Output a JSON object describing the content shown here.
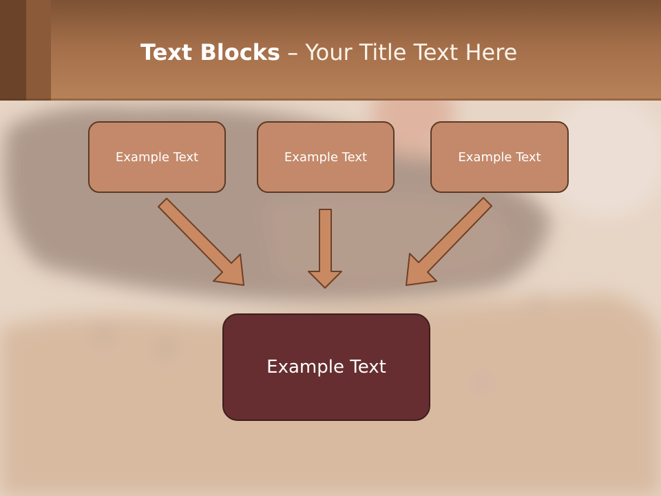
{
  "header": {
    "title_bold": "Text Blocks",
    "title_separator": " – ",
    "title_rest": "Your Title Text Here"
  },
  "boxes": {
    "left": "Example Text",
    "center": "Example Text",
    "right": "Example Text",
    "target": "Example Text"
  },
  "colors": {
    "header": "#b07a52",
    "box_fill": "#c4896a",
    "box_border": "#5a3a25",
    "target_fill": "#662e30",
    "arrow_fill": "#c98a63"
  }
}
